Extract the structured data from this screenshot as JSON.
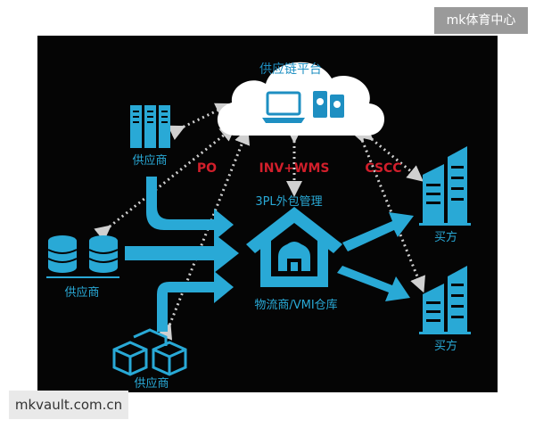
{
  "diagram": {
    "cloud_title": "供应链平台",
    "flow_labels": {
      "po": "PO",
      "inv_wms": "INV+WMS",
      "cscc": "CSCC"
    },
    "outsourcing_label": "3PL外包管理",
    "warehouse_label": "物流商/VMI仓库",
    "suppliers": [
      {
        "label": "供应商",
        "icon": "server-rack-icon"
      },
      {
        "label": "供应商",
        "icon": "database-icon"
      },
      {
        "label": "供应商",
        "icon": "box-icon"
      }
    ],
    "buyers": [
      {
        "label": "买方",
        "icon": "building-icon"
      },
      {
        "label": "买方",
        "icon": "building-icon"
      }
    ],
    "colors": {
      "background": "#050505",
      "accent": "#29a9d6",
      "flow_label": "#d21f2b",
      "cloud": "#ffffff",
      "dotted_line": "#cfcfcf"
    }
  },
  "watermarks": {
    "top_right": "mk体育中心",
    "bottom_left": "mkvault.com.cn"
  }
}
